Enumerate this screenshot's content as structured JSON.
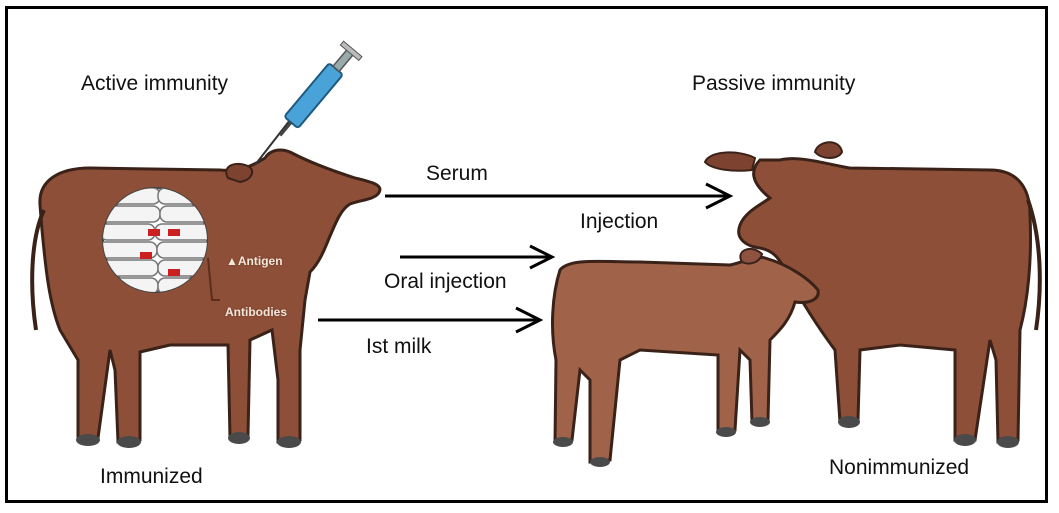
{
  "labels": {
    "active_immunity": "Active immunity",
    "passive_immunity": "Passive immunity",
    "immunized": "Immunized",
    "nonimmunized": "Nonimmunized",
    "serum": "Serum",
    "injection": "Injection",
    "oral_injection": "Oral injection",
    "first_milk": "Ist milk",
    "antigen": "▲Antigen",
    "antibodies": "Antibodies"
  },
  "colors": {
    "cow_body": "#8e4f38",
    "cow_outline": "#3a2218",
    "calf_body": "#a0634a",
    "hoof": "#4a4a4a",
    "background": "#ffffff",
    "syringe": "#4aa3d8",
    "blood_cell": "#cc1f1f"
  }
}
